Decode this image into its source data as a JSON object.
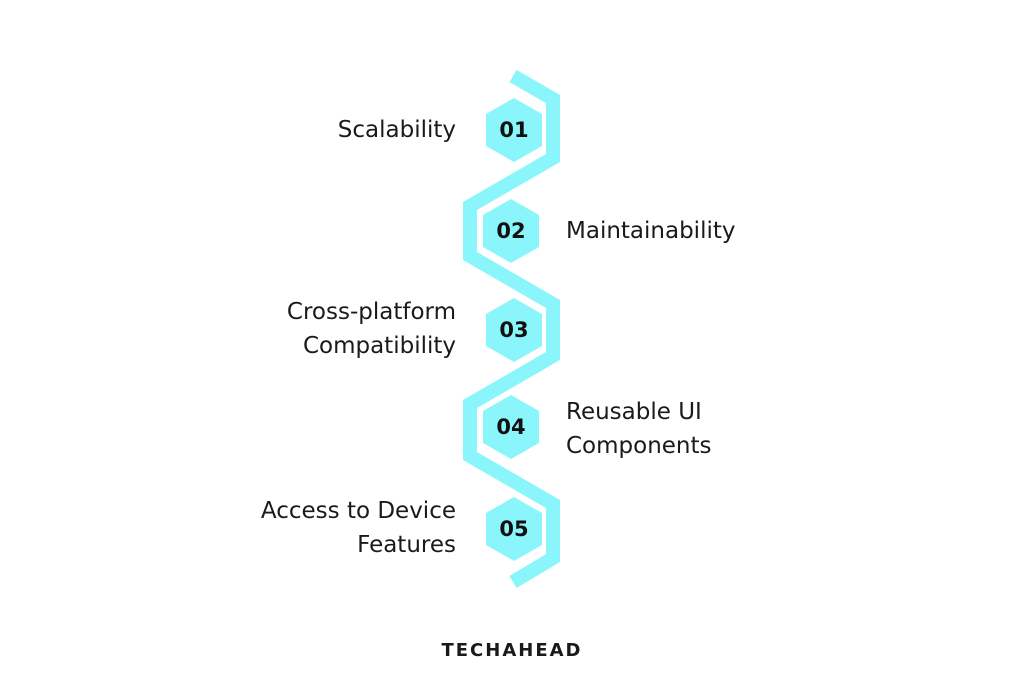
{
  "colors": {
    "accent": "#8af6fb",
    "text": "#1a1a1a"
  },
  "items": [
    {
      "number": "01",
      "label": "Scalability",
      "label2": ""
    },
    {
      "number": "02",
      "label": "Maintainability",
      "label2": ""
    },
    {
      "number": "03",
      "label": "Cross-platform",
      "label2": "Compatibility"
    },
    {
      "number": "04",
      "label": "Reusable UI",
      "label2": "Components"
    },
    {
      "number": "05",
      "label": "Access to Device",
      "label2": "Features"
    }
  ],
  "brand": "TECHAHEAD"
}
